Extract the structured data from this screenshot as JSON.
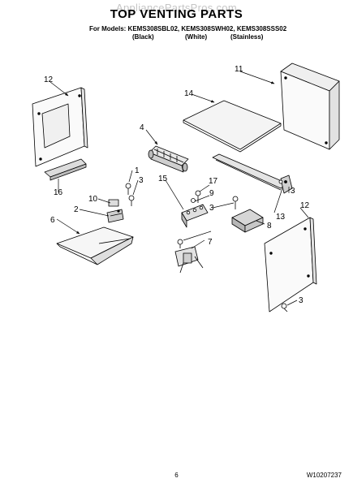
{
  "header": {
    "watermark": "AppliancePartsPros.com",
    "title": "TOP VENTING PARTS",
    "models": "For Models: KEMS308SBL02, KEMS308SWH02, KEMS308SSS02",
    "color_black": "(Black)",
    "color_white": "(White)",
    "color_stainless": "(Stainless)"
  },
  "callouts": [
    "12",
    "11",
    "14",
    "4",
    "1",
    "3",
    "15",
    "17",
    "9",
    "10",
    "2",
    "6",
    "16",
    "3",
    "13",
    "8",
    "12",
    "3",
    "7",
    "3"
  ],
  "footer": {
    "page_number": "6",
    "doc_code": "W10207237"
  }
}
